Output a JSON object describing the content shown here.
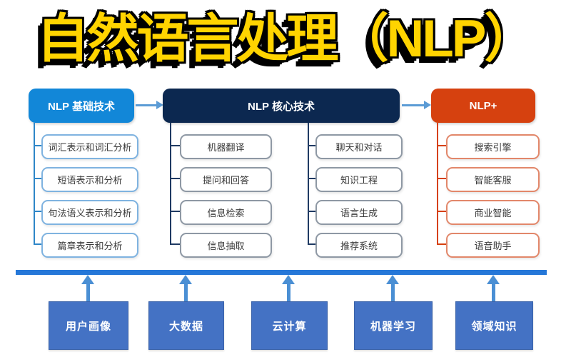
{
  "title": "自然语言处理（NLP）",
  "headers": {
    "basic": "NLP 基础技术",
    "core": "NLP 核心技术",
    "plus": "NLP+"
  },
  "basic_items": [
    "词汇表示和词汇分析",
    "短语表示和分析",
    "句法语义表示和分析",
    "篇章表示和分析"
  ],
  "core_items_left": [
    "机器翻译",
    "提问和回答",
    "信息检索",
    "信息抽取"
  ],
  "core_items_right": [
    "聊天和对话",
    "知识工程",
    "语言生成",
    "推荐系统"
  ],
  "plus_items": [
    "搜索引擎",
    "智能客服",
    "商业智能",
    "语音助手"
  ],
  "foundation_items": [
    "用户画像",
    "大数据",
    "云计算",
    "机器学习",
    "领域知识"
  ],
  "colors": {
    "title_text": "#FFD400",
    "basic_header_bg": "#1287D8",
    "core_header_bg": "#0C2850",
    "plus_header_bg": "#D6410F",
    "flow_arrow": "#5B9BD5",
    "basic_connector": "#2E86C8",
    "core_connector": "#1F3A63",
    "plus_connector": "#D6410F",
    "platform_bar": "#2577D8",
    "up_arrow": "#4A8FD4",
    "foundation_box_bg": "#4472C4"
  }
}
